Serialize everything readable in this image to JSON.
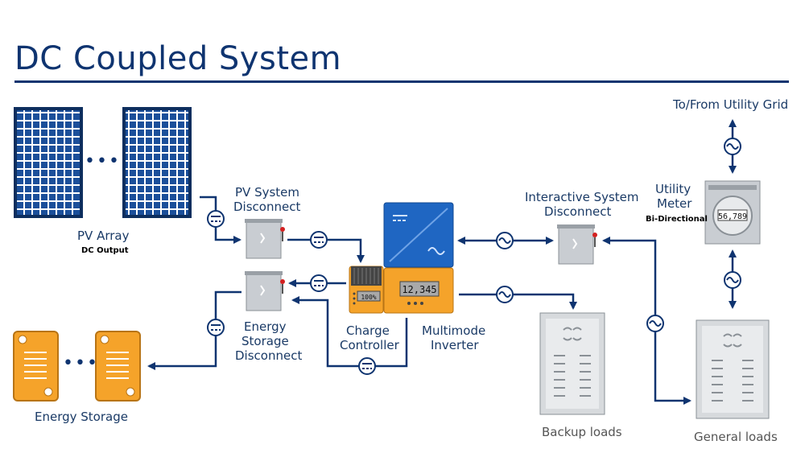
{
  "title": "DC Coupled System",
  "labels": {
    "pv_array": "PV Array",
    "dc_output": "DC Output",
    "pv_disconnect_1": "PV System",
    "pv_disconnect_2": "Disconnect",
    "storage_disconnect_1": "Energy",
    "storage_disconnect_2": "Storage",
    "storage_disconnect_3": "Disconnect",
    "energy_storage": "Energy Storage",
    "charge_controller_1": "Charge",
    "charge_controller_2": "Controller",
    "inverter_1": "Multimode",
    "inverter_2": "Inverter",
    "interactive_disconnect_1": "Interactive System",
    "interactive_disconnect_2": "Disconnect",
    "utility_meter_1": "Utility",
    "utility_meter_2": "Meter",
    "bi_directional": "Bi-Directional",
    "utility_grid": "To/From Utility Grid",
    "backup_loads": "Backup loads",
    "general_loads": "General loads",
    "ellipsis_pv": "•••",
    "ellipsis_storage": "•••"
  },
  "displays": {
    "charge_controller": "100%",
    "inverter": "12,345",
    "meter": "56,789"
  },
  "colors": {
    "navy": "#0f3470",
    "panel": "#1b4f9a",
    "orange": "#f5a32a",
    "inverter_blue": "#1f66c2",
    "gray_box": "#c9cdd2"
  }
}
